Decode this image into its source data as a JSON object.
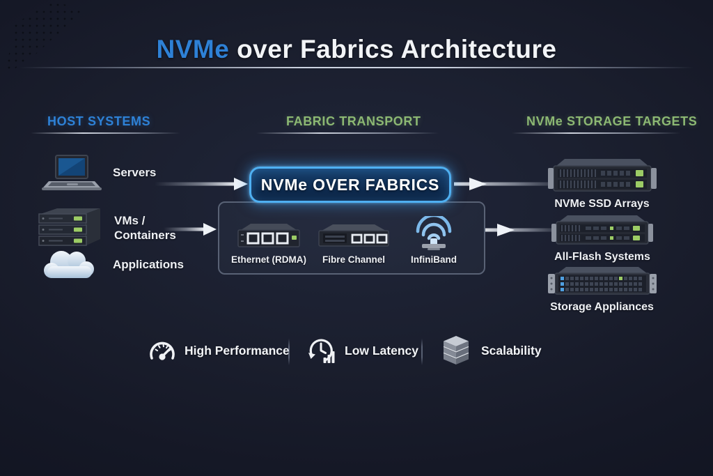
{
  "title": {
    "highlight": "NVMe",
    "rest": " over Fabrics Architecture"
  },
  "columns": {
    "host": {
      "header": "HOST SYSTEMS",
      "items": [
        {
          "label": "Servers",
          "icon": "laptop-icon"
        },
        {
          "label": "VMs / Containers",
          "icon": "server-stack-icon"
        },
        {
          "label": "Applications",
          "icon": "cloud-icon"
        }
      ]
    },
    "fabric": {
      "header": "FABRIC TRANSPORT",
      "hub_label": "NVMe OVER FABRICS",
      "transports": [
        {
          "label": "Ethernet (RDMA)",
          "icon": "ethernet-switch-icon"
        },
        {
          "label": "Fibre Channel",
          "icon": "fibre-channel-switch-icon"
        },
        {
          "label": "InfiniBand",
          "icon": "infiniband-wireless-icon"
        }
      ]
    },
    "storage": {
      "header": "NVMe STORAGE TARGETS",
      "items": [
        {
          "label": "NVMe SSD Arrays",
          "icon": "rack-array-icon"
        },
        {
          "label": "All-Flash Systems",
          "icon": "flash-array-icon"
        },
        {
          "label": "Storage Appliances",
          "icon": "storage-appliance-icon"
        }
      ]
    }
  },
  "features": [
    {
      "label": "High Performance",
      "icon": "gauge-icon"
    },
    {
      "label": "Low Latency",
      "icon": "clock-latency-icon"
    },
    {
      "label": "Scalability",
      "icon": "stack-icon"
    }
  ],
  "colors": {
    "accent_blue": "#2e81d6",
    "accent_green": "#8cb873",
    "hub_border": "#4fb0f2",
    "led_green": "#9ccc65",
    "infiniband_blue": "#7cb9ea",
    "background": "#1a1e2d"
  }
}
